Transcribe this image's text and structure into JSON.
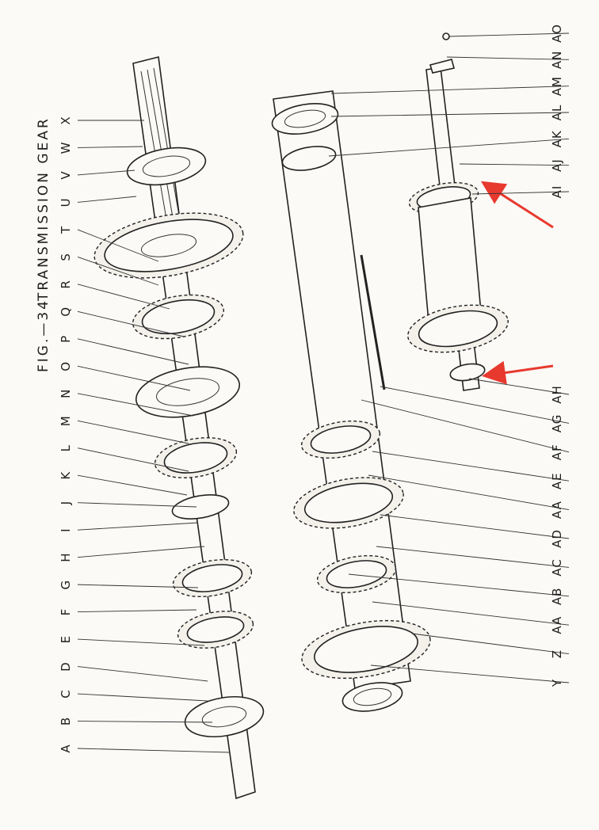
{
  "figure": {
    "number_label": "FIG.—34",
    "title": "TRANSMISSION GEAR"
  },
  "labels": {
    "left": [
      "A",
      "B",
      "C",
      "D",
      "E",
      "F",
      "G",
      "H",
      "I",
      "J",
      "K",
      "L",
      "M",
      "N",
      "O",
      "P",
      "Q",
      "R",
      "S",
      "T",
      "U",
      "V",
      "W",
      "X"
    ],
    "middle": [
      "Y",
      "Z",
      "AA",
      "AB",
      "AC",
      "AD",
      "AA",
      "AE",
      "AF",
      "AG",
      "AH"
    ],
    "right": [
      "AI",
      "AJ",
      "AK",
      "AL",
      "AM",
      "AN",
      "AO"
    ]
  },
  "annotation_color": "#e8392f",
  "ink_color": "#1d1d1d"
}
